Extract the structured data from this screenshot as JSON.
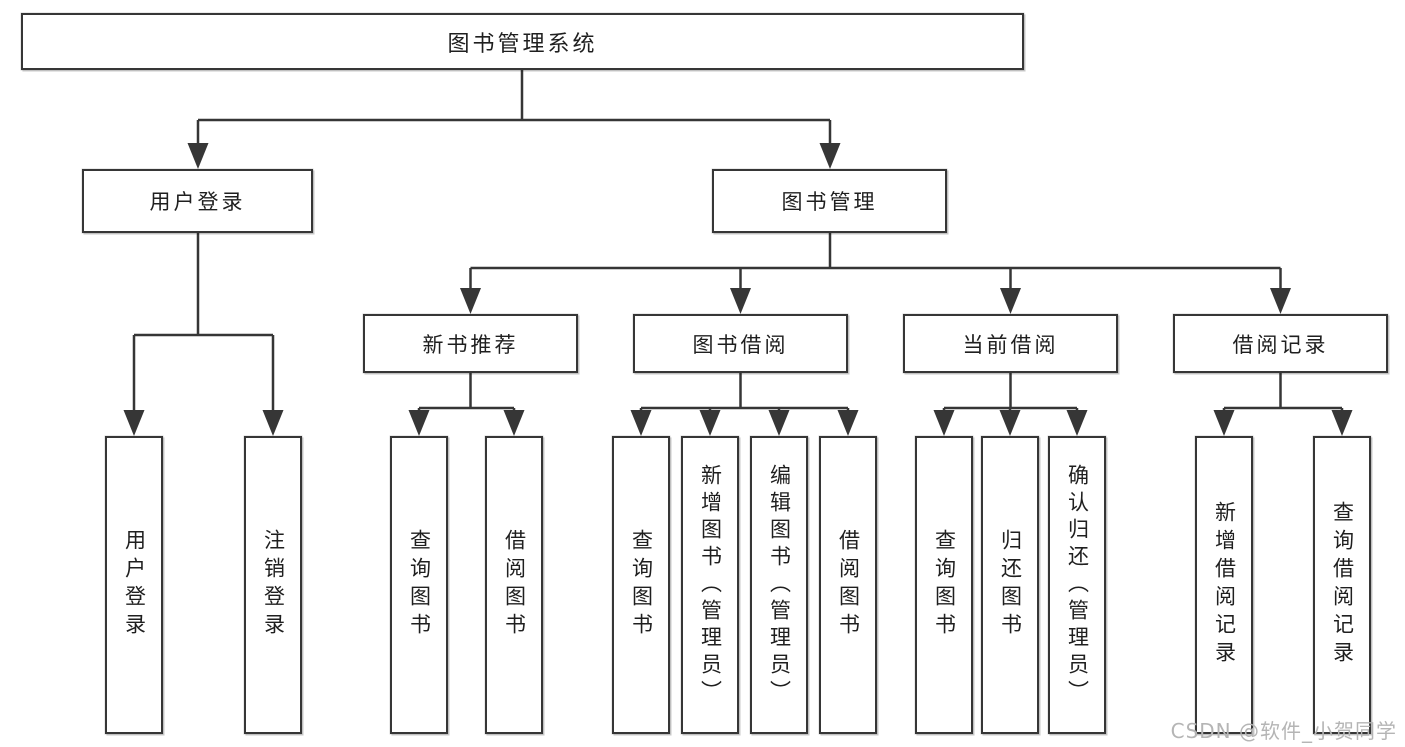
{
  "diagram": {
    "root": {
      "label": "图书管理系统"
    },
    "level2": {
      "user_login": {
        "label": "用户登录"
      },
      "book_management": {
        "label": "图书管理"
      }
    },
    "level3": {
      "new_book_recommend": {
        "label": "新书推荐"
      },
      "book_borrow": {
        "label": "图书借阅"
      },
      "current_borrow": {
        "label": "当前借阅"
      },
      "borrow_records": {
        "label": "借阅记录"
      }
    },
    "leaves": {
      "user_login": {
        "label": "用户登录"
      },
      "logout": {
        "label": "注销登录"
      },
      "nb_query_books": {
        "label": "查询图书"
      },
      "nb_borrow_books": {
        "label": "借阅图书"
      },
      "bb_query_books": {
        "label": "查询图书"
      },
      "bb_add_books": {
        "label": "新增图书（管理员）"
      },
      "bb_edit_books": {
        "label": "编辑图书（管理员）"
      },
      "bb_borrow_books": {
        "label": "借阅图书"
      },
      "cb_query_books": {
        "label": "查询图书"
      },
      "cb_return_books": {
        "label": "归还图书"
      },
      "cb_confirm_return": {
        "label": "确认归还（管理员）"
      },
      "br_add_record": {
        "label": "新增借阅记录"
      },
      "br_query_record": {
        "label": "查询借阅记录"
      }
    },
    "watermark": "CSDN @软件_小贺同学",
    "colors": {
      "line": "#363636",
      "text": "#1f1f1f",
      "watermark": "#b5b5b5",
      "background": "#ffffff"
    }
  }
}
